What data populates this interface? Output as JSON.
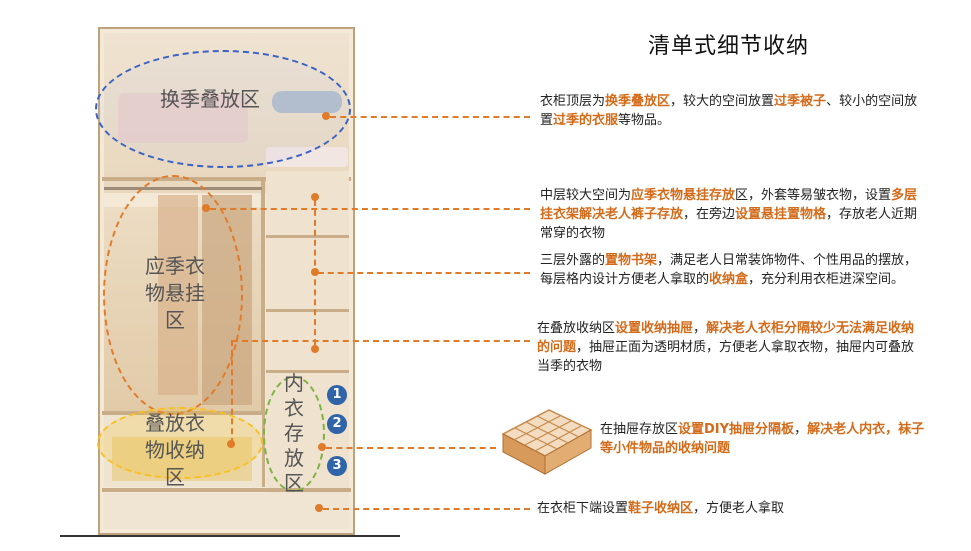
{
  "title": "清单式细节收纳",
  "zones": {
    "top": "换季叠放区",
    "hanging": [
      "应季衣",
      "物悬挂",
      "区"
    ],
    "fold": [
      "叠放衣",
      "物收纳",
      "区"
    ],
    "underwear": [
      "内",
      "衣",
      "存",
      "放",
      "区"
    ]
  },
  "badges": [
    "1",
    "2",
    "3"
  ],
  "notes": [
    {
      "id": "top-shelf",
      "segments": [
        {
          "t": "衣柜顶层为",
          "h": false
        },
        {
          "t": "换季叠放区",
          "h": true
        },
        {
          "t": "，较大的空间放置",
          "h": false
        },
        {
          "t": "过季被子",
          "h": true
        },
        {
          "t": "、较小的空间放置",
          "h": false
        },
        {
          "t": "过季的衣服",
          "h": true
        },
        {
          "t": "等物品。",
          "h": false
        }
      ]
    },
    {
      "id": "middle-hang",
      "segments": [
        {
          "t": "中层较大空间为",
          "h": false
        },
        {
          "t": "应季衣物悬挂存放",
          "h": true
        },
        {
          "t": "区，外套等易皱衣物，设置",
          "h": false
        },
        {
          "t": "多层挂衣架解决老人裤子存放",
          "h": true
        },
        {
          "t": "，在旁边",
          "h": false
        },
        {
          "t": "设置悬挂置物格",
          "h": true
        },
        {
          "t": "，存放老人近期常穿的衣物",
          "h": false
        }
      ]
    },
    {
      "id": "open-shelf",
      "segments": [
        {
          "t": "三层外露的",
          "h": false
        },
        {
          "t": "置物书架",
          "h": true
        },
        {
          "t": "，满足老人日常装饰物件、个性用品的摆放，每层格内设计方便老人拿取的",
          "h": false
        },
        {
          "t": "收纳盒",
          "h": true
        },
        {
          "t": "，充分利用衣柜进深空间。",
          "h": false
        }
      ]
    },
    {
      "id": "fold-drawer",
      "segments": [
        {
          "t": "在叠放收纳区",
          "h": false
        },
        {
          "t": "设置收纳抽屉",
          "h": true
        },
        {
          "t": "，",
          "h": false
        },
        {
          "t": "解决老人衣柜分隔较少无法满足收纳的问题",
          "h": true
        },
        {
          "t": "，抽屉正面为透明材质，方便老人拿取衣物，抽屉内可叠放当季的衣物",
          "h": false
        }
      ]
    },
    {
      "id": "diy-divider",
      "segments": [
        {
          "t": "在抽屉存放区",
          "h": false
        },
        {
          "t": "设置DIY抽屉分隔板",
          "h": true
        },
        {
          "t": "，",
          "h": false
        },
        {
          "t": "解决老人内衣，袜子等小件物品的收纳问题",
          "h": true
        }
      ]
    },
    {
      "id": "shoe",
      "segments": [
        {
          "t": "在衣柜下端设置",
          "h": false
        },
        {
          "t": "鞋子收纳区",
          "h": true
        },
        {
          "t": "，方便老人拿取",
          "h": false
        }
      ]
    }
  ],
  "colors": {
    "accent": "#d36b1a",
    "leader": "#e07b2a",
    "blue_ellipse": "#3a62c4",
    "orange_ellipse": "#e07b2a",
    "green_ellipse": "#7cb342",
    "yellow_ellipse": "#f6c026",
    "badge": "#2f64a8"
  }
}
